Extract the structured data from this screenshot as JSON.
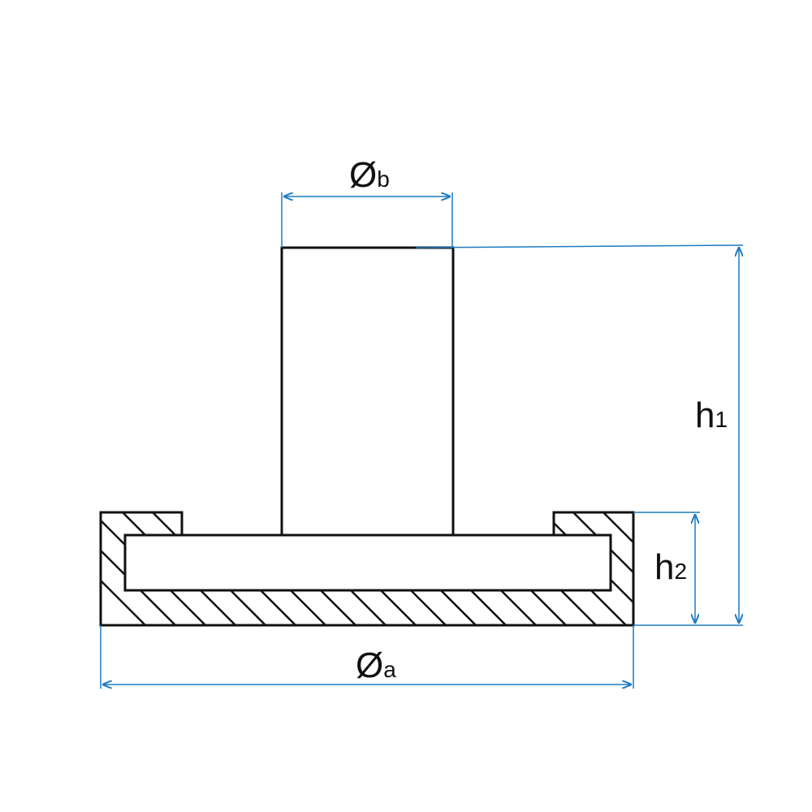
{
  "labels": {
    "dia_b": {
      "symbol": "Ø",
      "subscript": "b"
    },
    "dia_a": {
      "symbol": "Ø",
      "subscript": "a"
    },
    "h1": {
      "symbol": "h",
      "subscript": "1"
    },
    "h2": {
      "symbol": "h",
      "subscript": "2"
    }
  },
  "colors": {
    "outline": "#111111",
    "dimension": "#1f7bc0",
    "background": "#ffffff"
  }
}
